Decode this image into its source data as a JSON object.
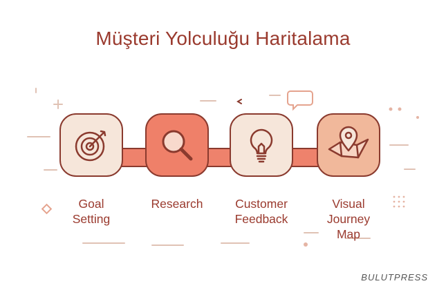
{
  "title": "Müşteri Yolculuğu Haritalama",
  "steps": [
    {
      "label": "Goal\nSetting",
      "icon": "target-icon",
      "fill": "#f6e6da"
    },
    {
      "label": "Research",
      "icon": "magnifier-icon",
      "fill": "#ef8069"
    },
    {
      "label": "Customer\nFeedback",
      "icon": "lightbulb-icon",
      "fill": "#f6e6da"
    },
    {
      "label": "Visual\nJourney\nMap",
      "icon": "map-pin-icon",
      "fill": "#f1b89b"
    }
  ],
  "brand": "BULUTPRESS",
  "colors": {
    "outline": "#8a3a2e",
    "title": "#9a3a2e",
    "connector": "#ee826c",
    "accent_light": "#f6e6da"
  }
}
